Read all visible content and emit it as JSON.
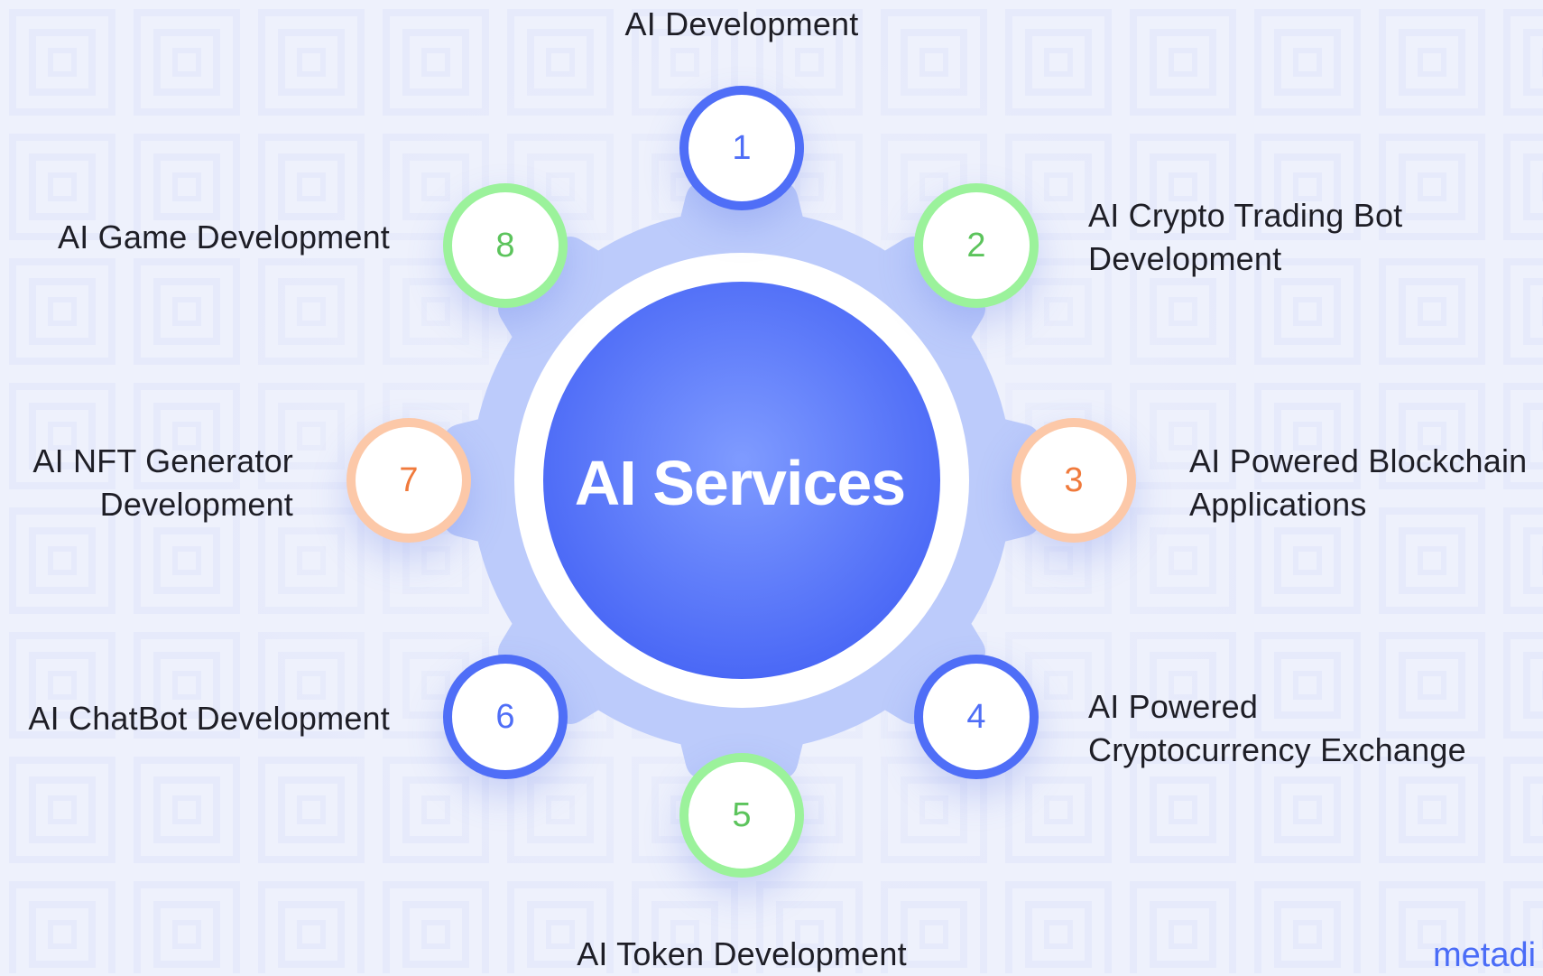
{
  "center": {
    "title": "AI Services"
  },
  "nodes": [
    {
      "number": "1",
      "label": "AI Development",
      "ring_color": "#4f6ef7",
      "text_color": "#4f6ef7"
    },
    {
      "number": "2",
      "label": "AI Crypto Trading Bot\nDevelopment",
      "ring_color": "#9bf29b",
      "text_color": "#5cc45c"
    },
    {
      "number": "3",
      "label": "AI Powered Blockchain\nApplications",
      "ring_color": "#fcc8a8",
      "text_color": "#f07a3c"
    },
    {
      "number": "4",
      "label": "AI Powered\nCryptocurrency Exchange",
      "ring_color": "#4f6ef7",
      "text_color": "#4f6ef7"
    },
    {
      "number": "5",
      "label": "AI Token Development",
      "ring_color": "#9bf29b",
      "text_color": "#5cc45c"
    },
    {
      "number": "6",
      "label": "AI ChatBot Development",
      "ring_color": "#4f6ef7",
      "text_color": "#4f6ef7"
    },
    {
      "number": "7",
      "label": "AI NFT Generator\nDevelopment",
      "ring_color": "#fcc8a8",
      "text_color": "#f07a3c"
    },
    {
      "number": "8",
      "label": "AI Game Development",
      "ring_color": "#9bf29b",
      "text_color": "#5cc45c"
    }
  ],
  "watermark": "metadi",
  "colors": {
    "background": "#eef1fc",
    "gear": "#bccbfb",
    "center_fill": "#4f6ef7",
    "center_ring": "#ffffff"
  }
}
